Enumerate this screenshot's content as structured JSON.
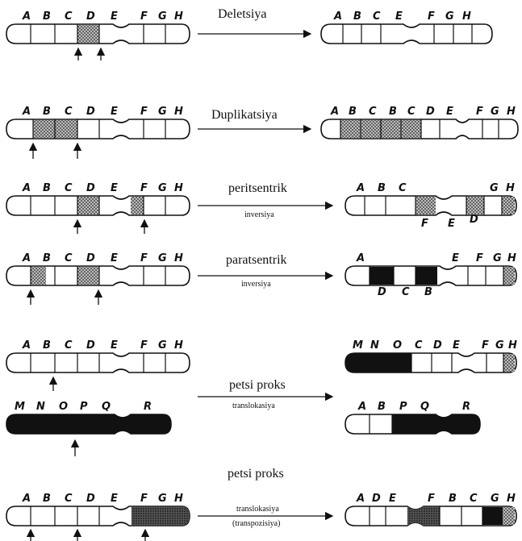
{
  "colors": {
    "ink": "#111111",
    "shade_light": "#9a9a9a",
    "shade_dark": "#111111",
    "background": "#ffffff"
  },
  "operations": [
    {
      "id": "deletion",
      "label": "Deletsiya",
      "sub": ""
    },
    {
      "id": "duplication",
      "label": "Duplikatsiya",
      "sub": ""
    },
    {
      "id": "pericentric",
      "label": "peritsentrik",
      "sub": "inversiya"
    },
    {
      "id": "paracentric",
      "label": "paratsentrik",
      "sub": "inversiya"
    },
    {
      "id": "reciprocal-translocation",
      "label": "petsi proks",
      "sub": "translokasiya"
    },
    {
      "id": "transposition",
      "label": "petsi proks",
      "sub": "translokasiya",
      "sub2": "(transpozisiya)"
    }
  ],
  "chromosomes": {
    "deletion_before": "A B C D E F G H",
    "deletion_after": "A B C E F G H",
    "duplication_before": "A B C D E F G H",
    "duplication_after": "A B C B C D E F G H",
    "pericentric_before": "A B C D E F G H",
    "pericentric_after_top": "A B C G H",
    "pericentric_after_bottom": "F E D",
    "paracentric_before": "A B C D E F G H",
    "paracentric_after_top": "A E F G H",
    "paracentric_after_bottom": "D C B",
    "translocation_before_1": "A B C D E F G H",
    "translocation_before_2": "M N O P Q R",
    "translocation_after_1": "M N O C D E F G H",
    "translocation_after_2": "A B P Q R",
    "transposition_before": "A B C D E F G H",
    "transposition_after": "A D E F B C G H"
  }
}
